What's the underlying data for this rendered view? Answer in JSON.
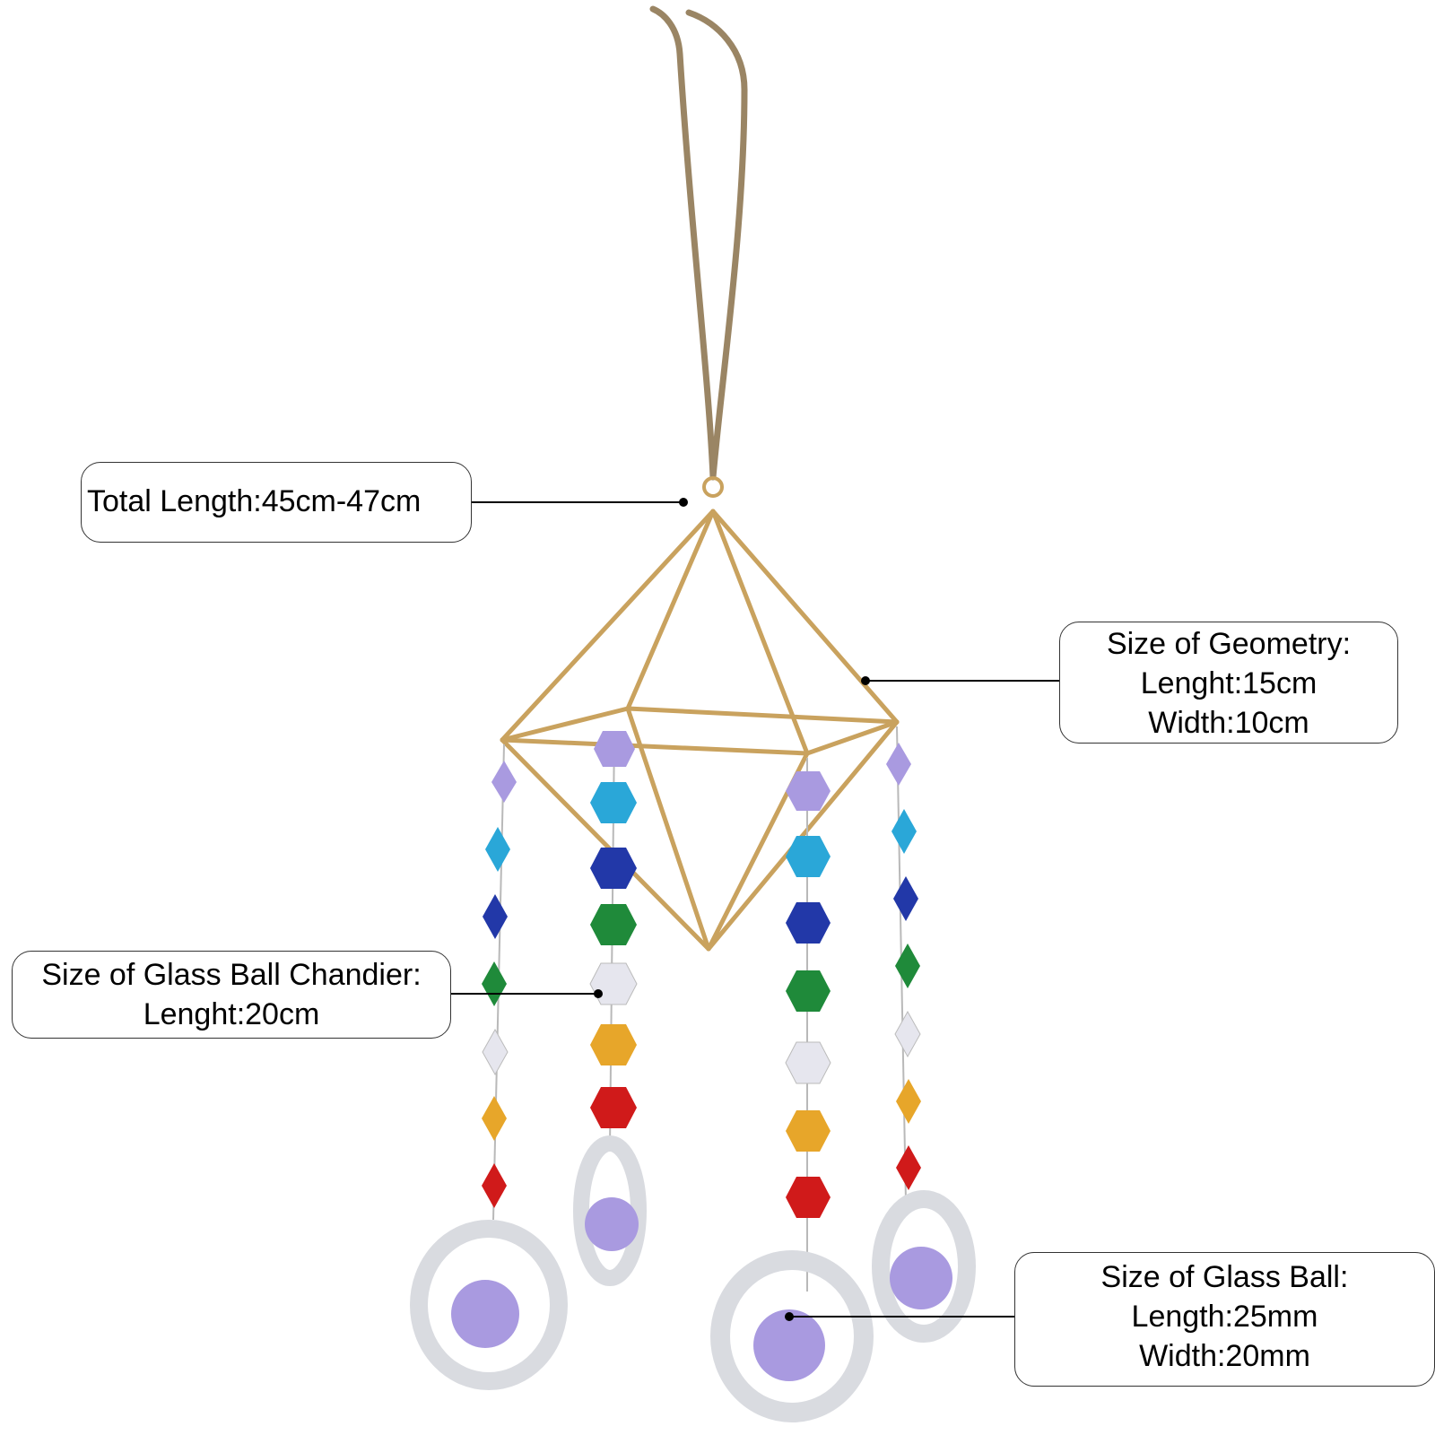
{
  "callouts": {
    "total_length": {
      "label": "Total Length:",
      "value": "45cm-47cm"
    },
    "geometry": {
      "title": "Size of Geometry:",
      "length": "Lenght:15cm",
      "width": "Width:10cm"
    },
    "chandelier": {
      "title": "Size of  Glass Ball Chandier:",
      "length": "Lenght:20cm"
    },
    "glass_ball": {
      "title": "Size of Glass Ball:",
      "length": "Length:25mm",
      "width": "Width:20mm"
    }
  },
  "colors": {
    "frame_gold": "#c9a25e",
    "twine": "#9a8564",
    "crystal_violet": "#a99ae0",
    "crystal_aqua": "#2aa7d8",
    "crystal_blue": "#2238a8",
    "crystal_green": "#1f8a3a",
    "crystal_clear": "#e6e6ee",
    "crystal_amber": "#e7a62a",
    "crystal_red": "#d01a1a",
    "ring_glass": "#d9dbe0",
    "leader_line": "#000000"
  }
}
